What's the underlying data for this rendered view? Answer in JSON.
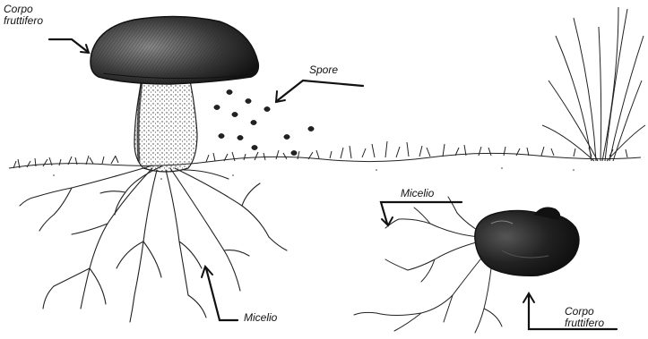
{
  "labels": {
    "fruiting_body_top": [
      "Corpo",
      "fruttifero"
    ],
    "spores": "Spore",
    "mycelium_left": "Micelio",
    "mycelium_right": "Micelio",
    "fruiting_body_bottom": [
      "Corpo",
      "fruttifero"
    ]
  },
  "colors": {
    "ink": "#111111",
    "paper": "#ffffff",
    "shade": "#2a2a2a"
  }
}
